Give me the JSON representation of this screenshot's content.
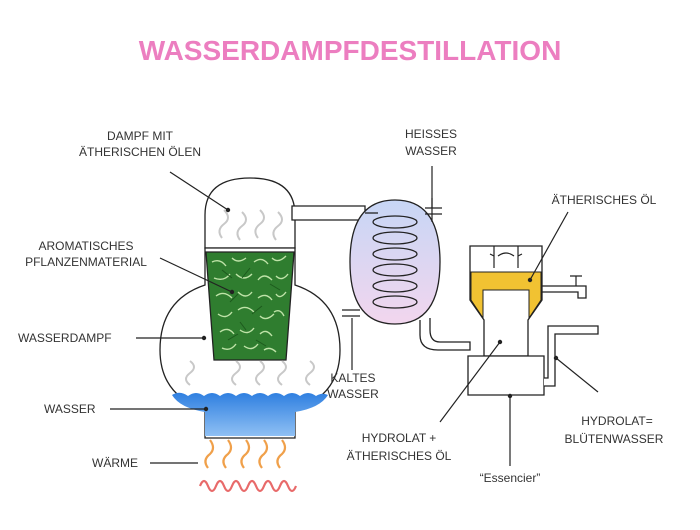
{
  "title": "WASSERDAMPFDESTILLATION",
  "labels": {
    "steam_with_oils_1": "DAMPF MIT",
    "steam_with_oils_2": "ÄTHERISCHEN ÖLEN",
    "hot_water_1": "HEISSES",
    "hot_water_2": "WASSER",
    "essential_oil": "ÄTHERISCHES ÖL",
    "plant_material_1": "AROMATISCHES",
    "plant_material_2": "PFLANZENMATERIAL",
    "water_vapor": "WASSERDAMPF",
    "cold_water_1": "KALTES",
    "cold_water_2": "WASSER",
    "water": "WASSER",
    "hydrolat_oil_1": "HYDROLAT +",
    "hydrolat_oil_2": "ÄTHERISCHES ÖL",
    "hydrolat_1": "HYDROLAT=",
    "hydrolat_2": "BLÜTENWASSER",
    "heat": "WÄRME",
    "essencier": "“Essencier”"
  },
  "colors": {
    "title": "#ec7ec0",
    "water": "#3f8fe6",
    "oil": "#f1c232",
    "flame": "#f0a04a",
    "heater": "#e86a6a",
    "plant": "#3a8a3a",
    "condenser_top": "#c7d6f5",
    "condenser_bottom": "#f2d6ee"
  }
}
